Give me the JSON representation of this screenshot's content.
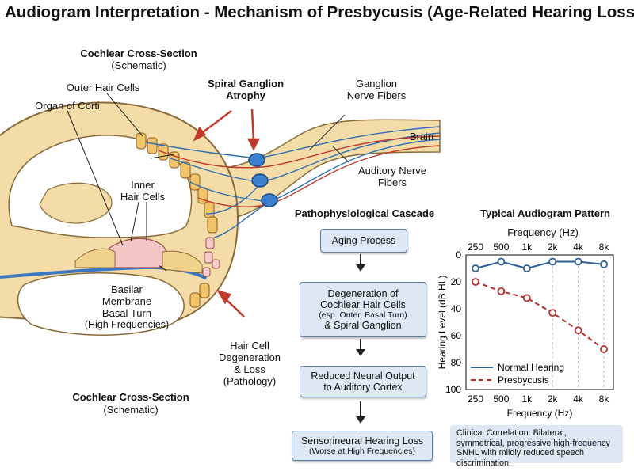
{
  "title": "Audiogram Interpretation - Mechanism of Presbycusis (Age-Related Hearing Loss)",
  "cochlea": {
    "header_title": "Cochlear Cross-Section",
    "header_sub": "(Schematic)",
    "footer_title": "Cochlear Cross-Section",
    "footer_sub": "(Schematic)",
    "labels": {
      "outer_hair_cells": "Outer Hair Cells",
      "organ_of_corti": "Organ of Corti",
      "spiral_ganglion_1": "Spiral Ganglion",
      "spiral_ganglion_2": "Atrophy",
      "ganglion_nerve_1": "Ganglion",
      "ganglion_nerve_2": "Nerve Fibers",
      "brain": "Brain",
      "auditory_nerve_1": "Auditory Nerve",
      "auditory_nerve_2": "Fibers",
      "inner_hair_1": "Inner",
      "inner_hair_2": "Hair Cells",
      "basilar_1": "Basilar",
      "basilar_2": "Membrane",
      "basilar_3": "Basal Turn",
      "basilar_4": "(High Frequencies)",
      "degeneration_1": "Hair Cell",
      "degeneration_2": "Degeneration",
      "degeneration_3": "& Loss",
      "degeneration_4": "(Pathology)"
    }
  },
  "cascade": {
    "title": "Pathophysiological Cascade",
    "steps": [
      {
        "line1": "Aging Process"
      },
      {
        "line1": "Degeneration of",
        "line2": "Cochlear Hair Cells",
        "small": "(esp. Outer, Basal Turn)",
        "line3": "& Spiral Ganglion"
      },
      {
        "line1": "Reduced Neural Output",
        "line2": "to Auditory Cortex"
      },
      {
        "line1": "Sensorineural Hearing Loss",
        "small": "(Worse at High Frequencies)"
      }
    ]
  },
  "audiogram": {
    "title": "Typical Audiogram Pattern",
    "clinical_note": "Clinical Correlation: Bilateral, symmetrical, progressive high-frequency SNHL with mildly reduced speech discrimination."
  },
  "chart_data": {
    "type": "line",
    "title": "Typical Audiogram Pattern",
    "xlabel": "Frequency (Hz)",
    "xlabel_top": "Frequency (Hz)",
    "ylabel": "Hearing Level (dB HL)",
    "categories": [
      "250",
      "500",
      "1k",
      "2k",
      "4k",
      "8k"
    ],
    "yticks": [
      "0",
      "20",
      "40",
      "60",
      "80",
      "100"
    ],
    "ylim": [
      0,
      100
    ],
    "y_inverted": true,
    "series": [
      {
        "name": "Normal Hearing",
        "values": [
          10,
          5,
          10,
          5,
          5,
          7
        ],
        "color": "#2e5f94",
        "style": "solid"
      },
      {
        "name": "Presbycusis",
        "values": [
          20,
          27,
          32,
          43,
          56,
          70
        ],
        "color": "#b5302d",
        "style": "dashed"
      }
    ],
    "legend_position": "bottom-left"
  }
}
